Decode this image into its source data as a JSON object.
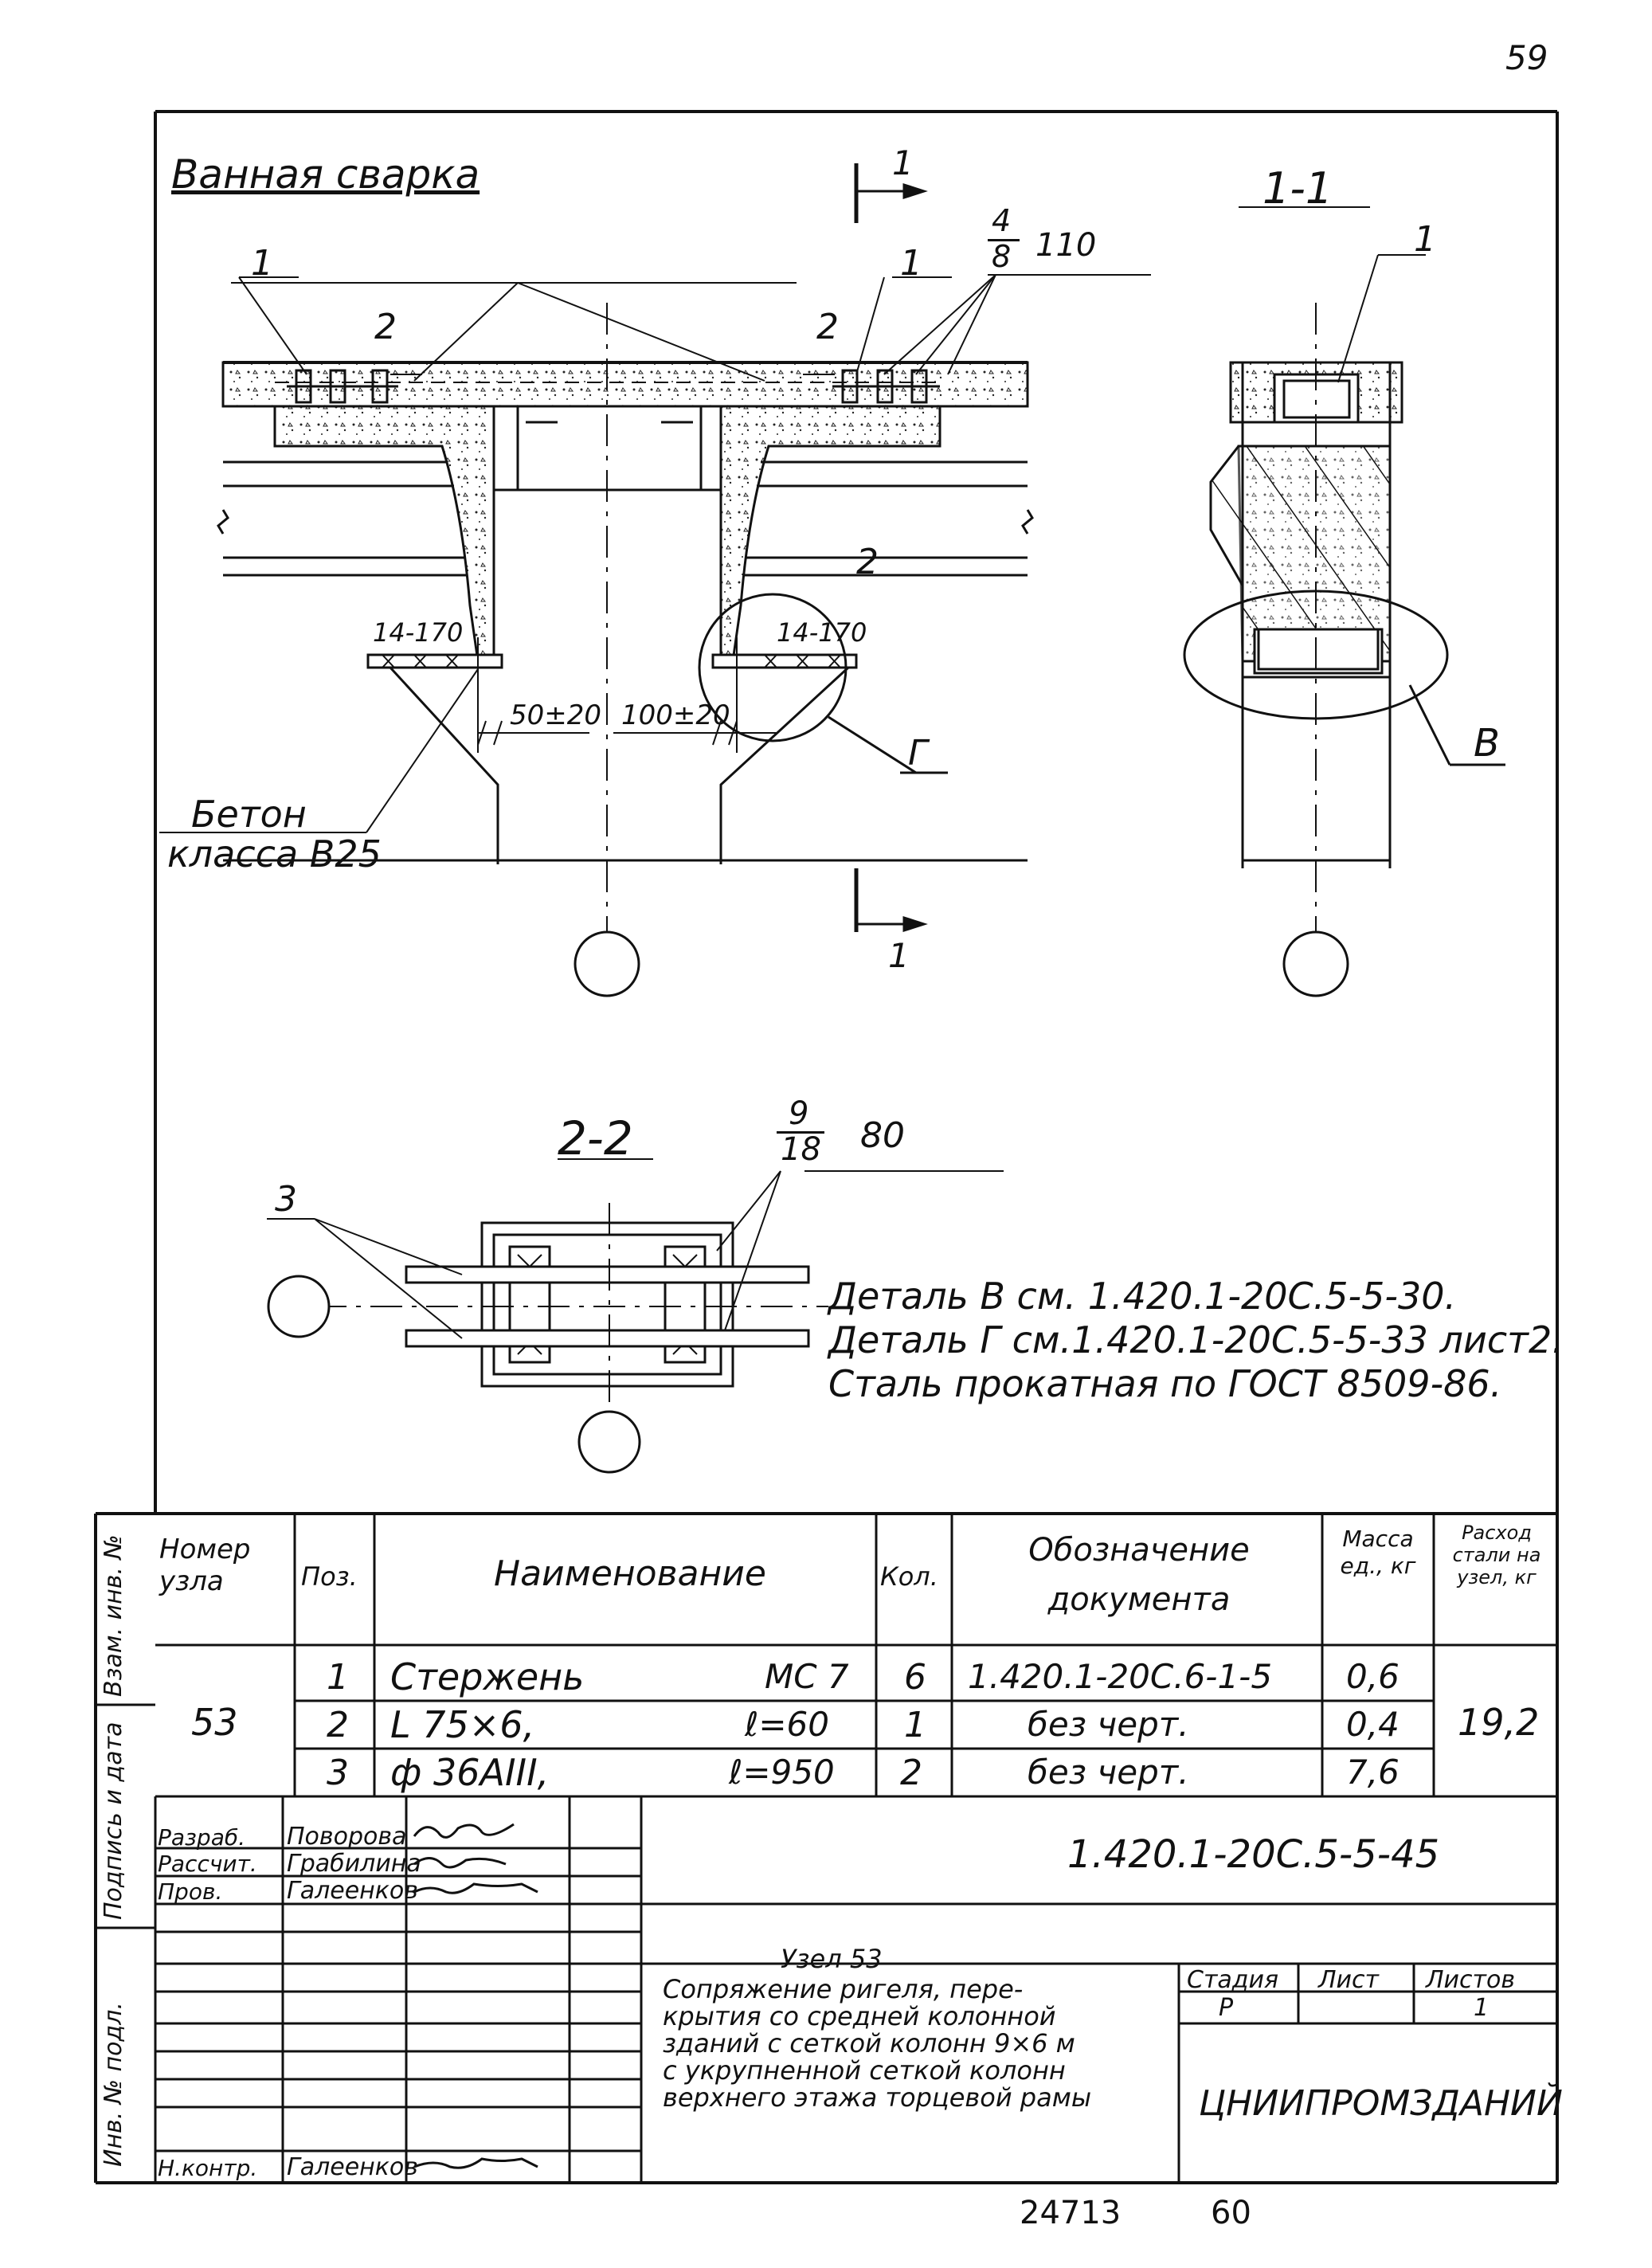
{
  "page_number": "59",
  "drawing": {
    "weld_label": "Ванная сварка",
    "section_marker": "1",
    "pos1_a": "1",
    "pos1_b": "1",
    "pos2_a": "2",
    "pos2_b": "2",
    "pos2_c": "2",
    "weld_spec_top": "4",
    "weld_spec_bottom": "8",
    "weld_spec_len": "110",
    "weld_left": "14-170",
    "weld_right": "14-170",
    "gap_left": "50±20",
    "gap_right": "100±20",
    "detail_g": "Г",
    "detail_v": "В",
    "concrete_line1": "Бетон",
    "concrete_line2": "класса В25",
    "section_1_1_title": "1-1",
    "section_1_1_pos": "1",
    "section_2_2_title": "2-2",
    "section_2_2_pos3": "3",
    "weld2_top": "9",
    "weld2_bottom": "18",
    "weld2_len": "80"
  },
  "notes": [
    "Деталь В см. 1.420.1-20С.5-5-30.",
    "Деталь Г см.1.420.1-20С.5-5-33 лист2.",
    "Сталь прокатная по ГОСТ 8509-86."
  ],
  "spec_table": {
    "headers": {
      "node": "Номер узла",
      "pos": "Поз.",
      "name": "Наименование",
      "qty": "Кол.",
      "doc": "Обозначение документа",
      "mass": "Масса ед., кг",
      "consumption": "Расход стали на узел, кг"
    },
    "node_number": "53",
    "total": "19,2",
    "rows": [
      {
        "pos": "1",
        "name": "Стержень",
        "mark": "МС 7",
        "qty": "6",
        "doc": "1.420.1-20С.6-1-5",
        "mass": "0,6"
      },
      {
        "pos": "2",
        "name": "L 75×6,",
        "mark": "ℓ=60",
        "qty": "1",
        "doc": "без черт.",
        "mass": "0,4"
      },
      {
        "pos": "3",
        "name": "ф 36АIII,",
        "mark": "ℓ=950",
        "qty": "2",
        "doc": "без черт.",
        "mass": "7,6"
      }
    ]
  },
  "title_block": {
    "code": "1.420.1-20С.5-5-45",
    "roles": [
      "Разраб.",
      "Рассчит.",
      "Пров.",
      "",
      "",
      "",
      "Н.контр."
    ],
    "names": [
      "Поворова",
      "Грабилина",
      "Галеенков",
      "",
      "",
      "",
      "Галеенков"
    ],
    "signatures": [
      "sig1",
      "sig2",
      "sig3",
      "",
      "",
      "",
      "sig4"
    ],
    "node_title": "Узел 53",
    "description": [
      "Сопряжение ригеля, пере-",
      "крытия со средней колонной",
      "зданий с сеткой колонн 9×6 м",
      "с укрупненной сеткой колонн",
      "верхнего этажа торцевой рамы"
    ],
    "stage_label": "Стадия",
    "sheet_label": "Лист",
    "sheets_label": "Листов",
    "stage": "Р",
    "sheet": "",
    "sheets": "1",
    "organization": "ЦНИИПРОМЗДАНИЙ"
  },
  "side_labels": [
    "Инв. № подл.",
    "Подпись и дата",
    "Взам. инв. №"
  ],
  "footer": {
    "archive_no": "24713",
    "page": "60"
  }
}
